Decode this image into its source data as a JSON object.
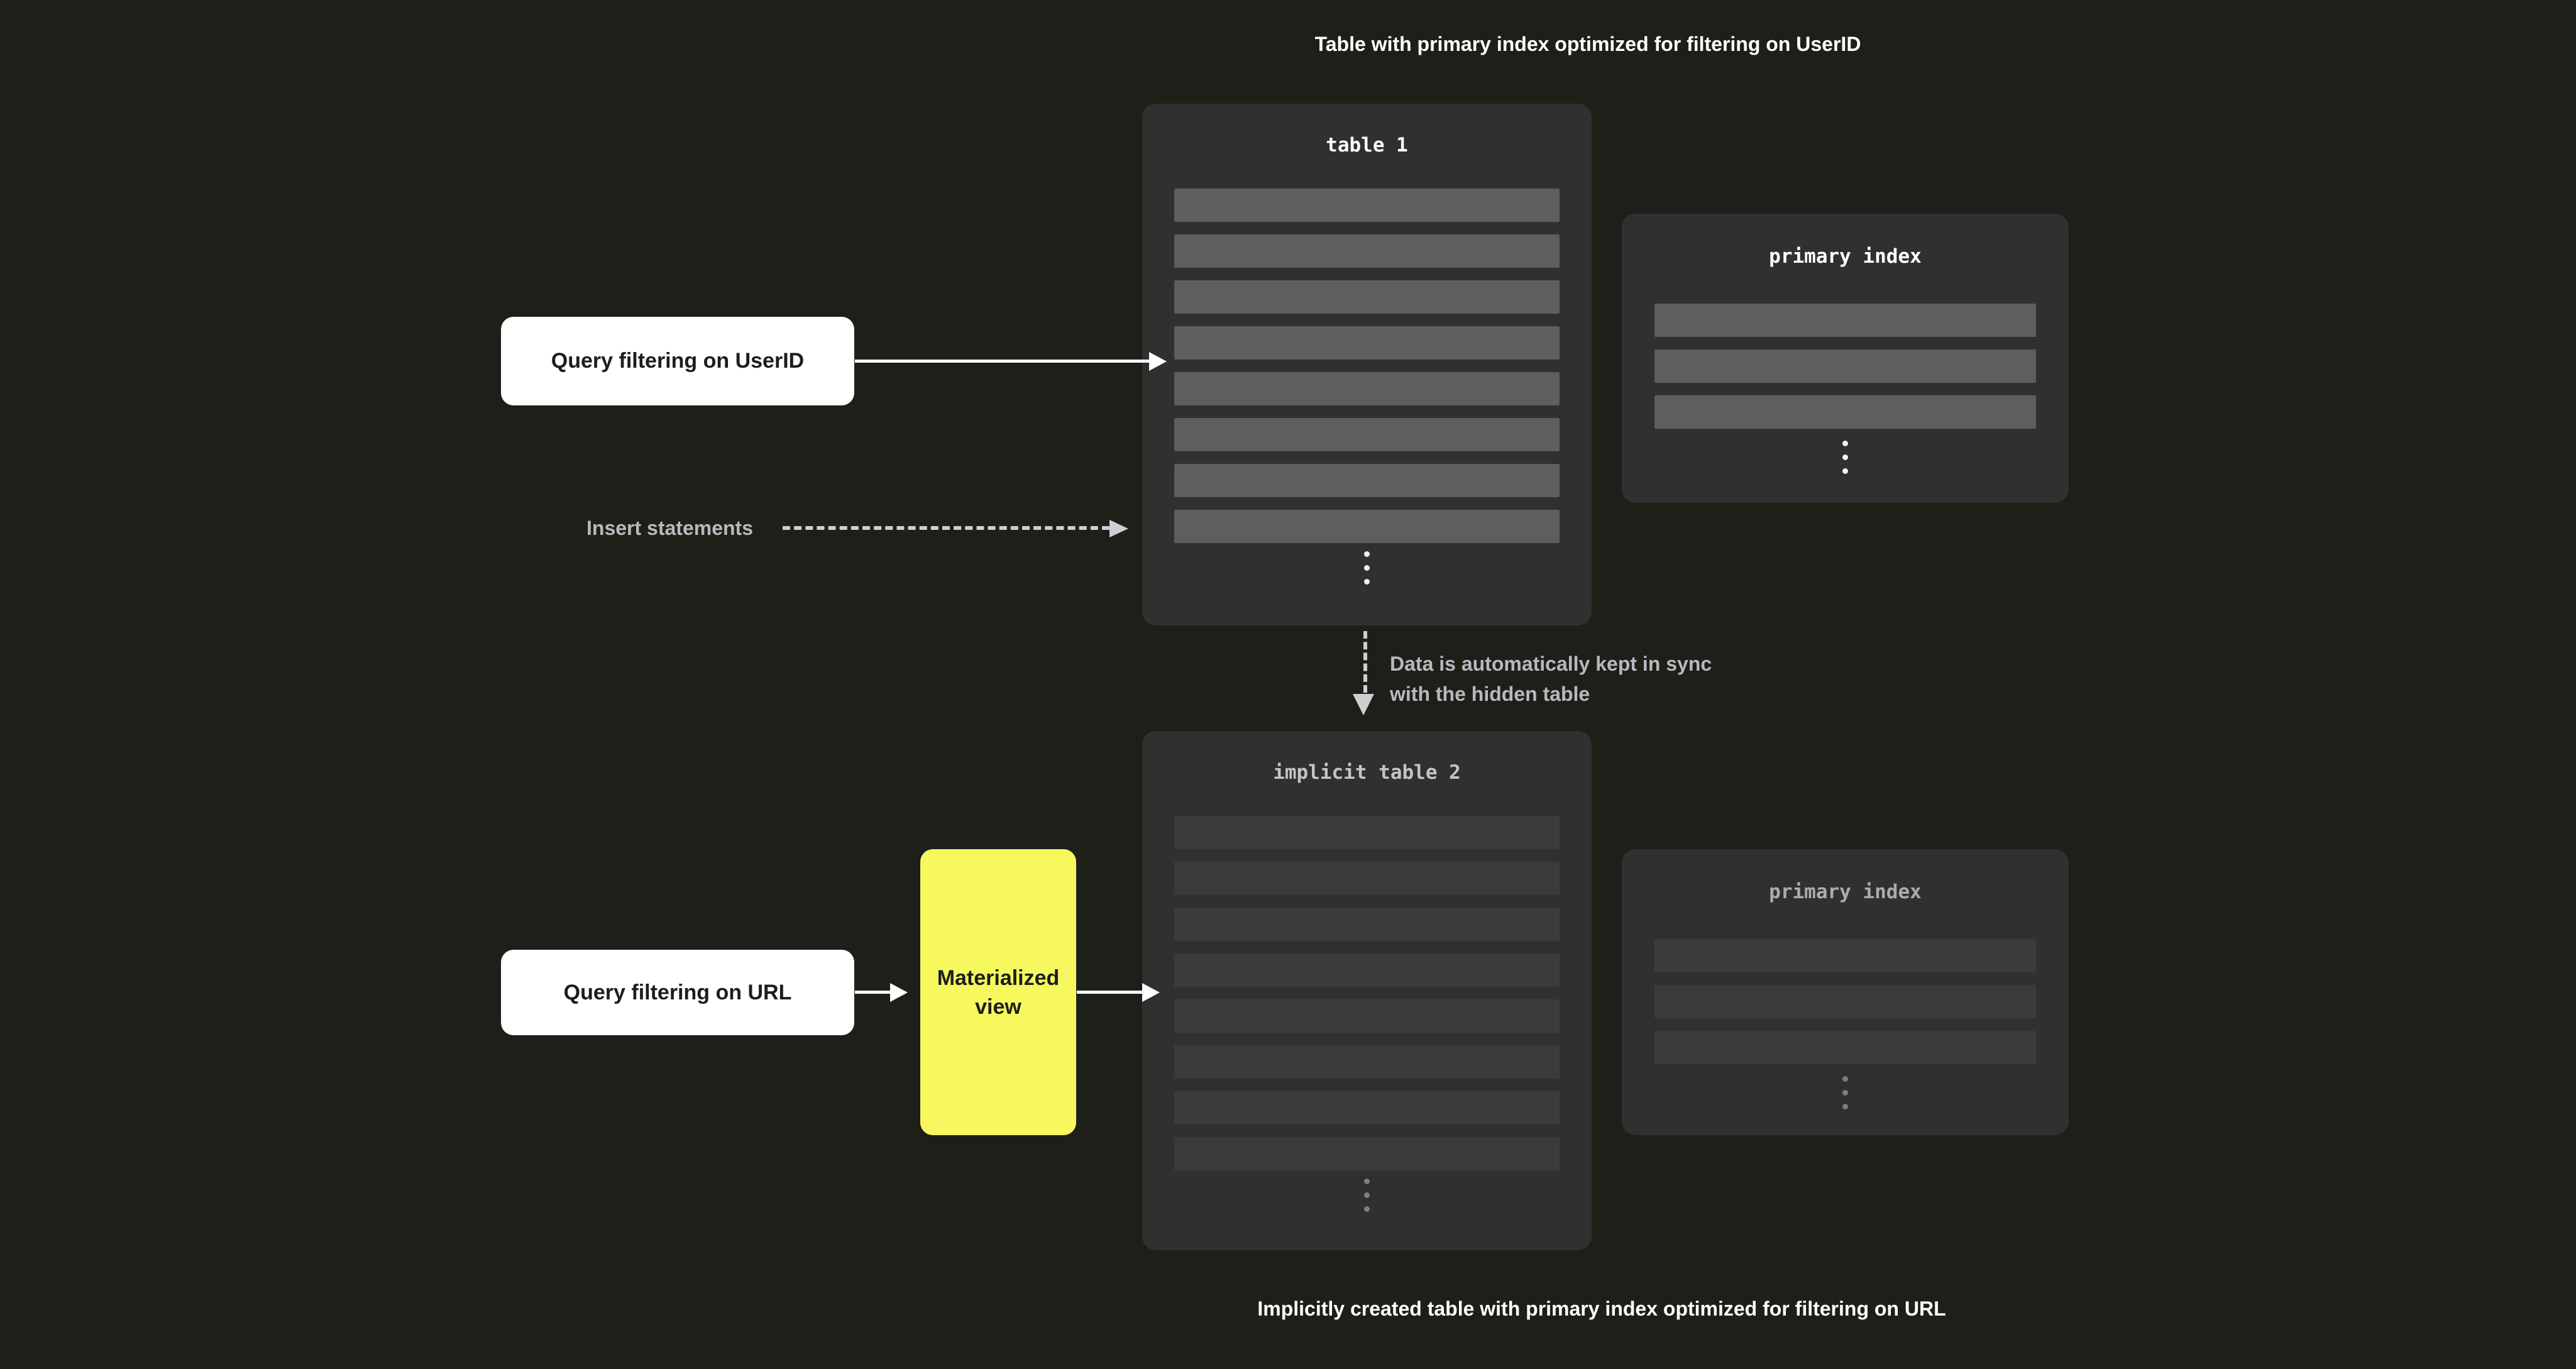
{
  "captions": {
    "top": "Table with primary index optimized for filtering on UserID",
    "bottom": "Implicitly created table with primary index optimized for filtering on URL"
  },
  "table1": {
    "title": "table 1",
    "rows": 8,
    "ellipsis": "⋮"
  },
  "index1": {
    "title": "primary index",
    "rows": 3,
    "ellipsis": "⋮"
  },
  "table2": {
    "title": "implicit table 2",
    "rows": 8,
    "ellipsis": "⋮"
  },
  "index2": {
    "title": "primary index",
    "rows": 3,
    "ellipsis": "⋮"
  },
  "nodes": {
    "query_userid": "Query filtering on UserID",
    "query_url": "Query filtering on URL",
    "materialized_view": "Materialized view"
  },
  "labels": {
    "insert_statements": "Insert statements",
    "sync_line1": "Data is automatically kept in sync",
    "sync_line2": "with the hidden table"
  },
  "colors": {
    "background": "#1f1f1a",
    "panel": "#303030",
    "row_light": "#5e5e5e",
    "row_dark": "#3b3b3b",
    "accent_yellow": "#f6f85e",
    "text_white": "#ffffff",
    "text_gray": "#b6b9bd",
    "node_text": "#1d1d1f",
    "arrow_white": "#ffffff",
    "arrow_gray": "#cdd0d3"
  }
}
